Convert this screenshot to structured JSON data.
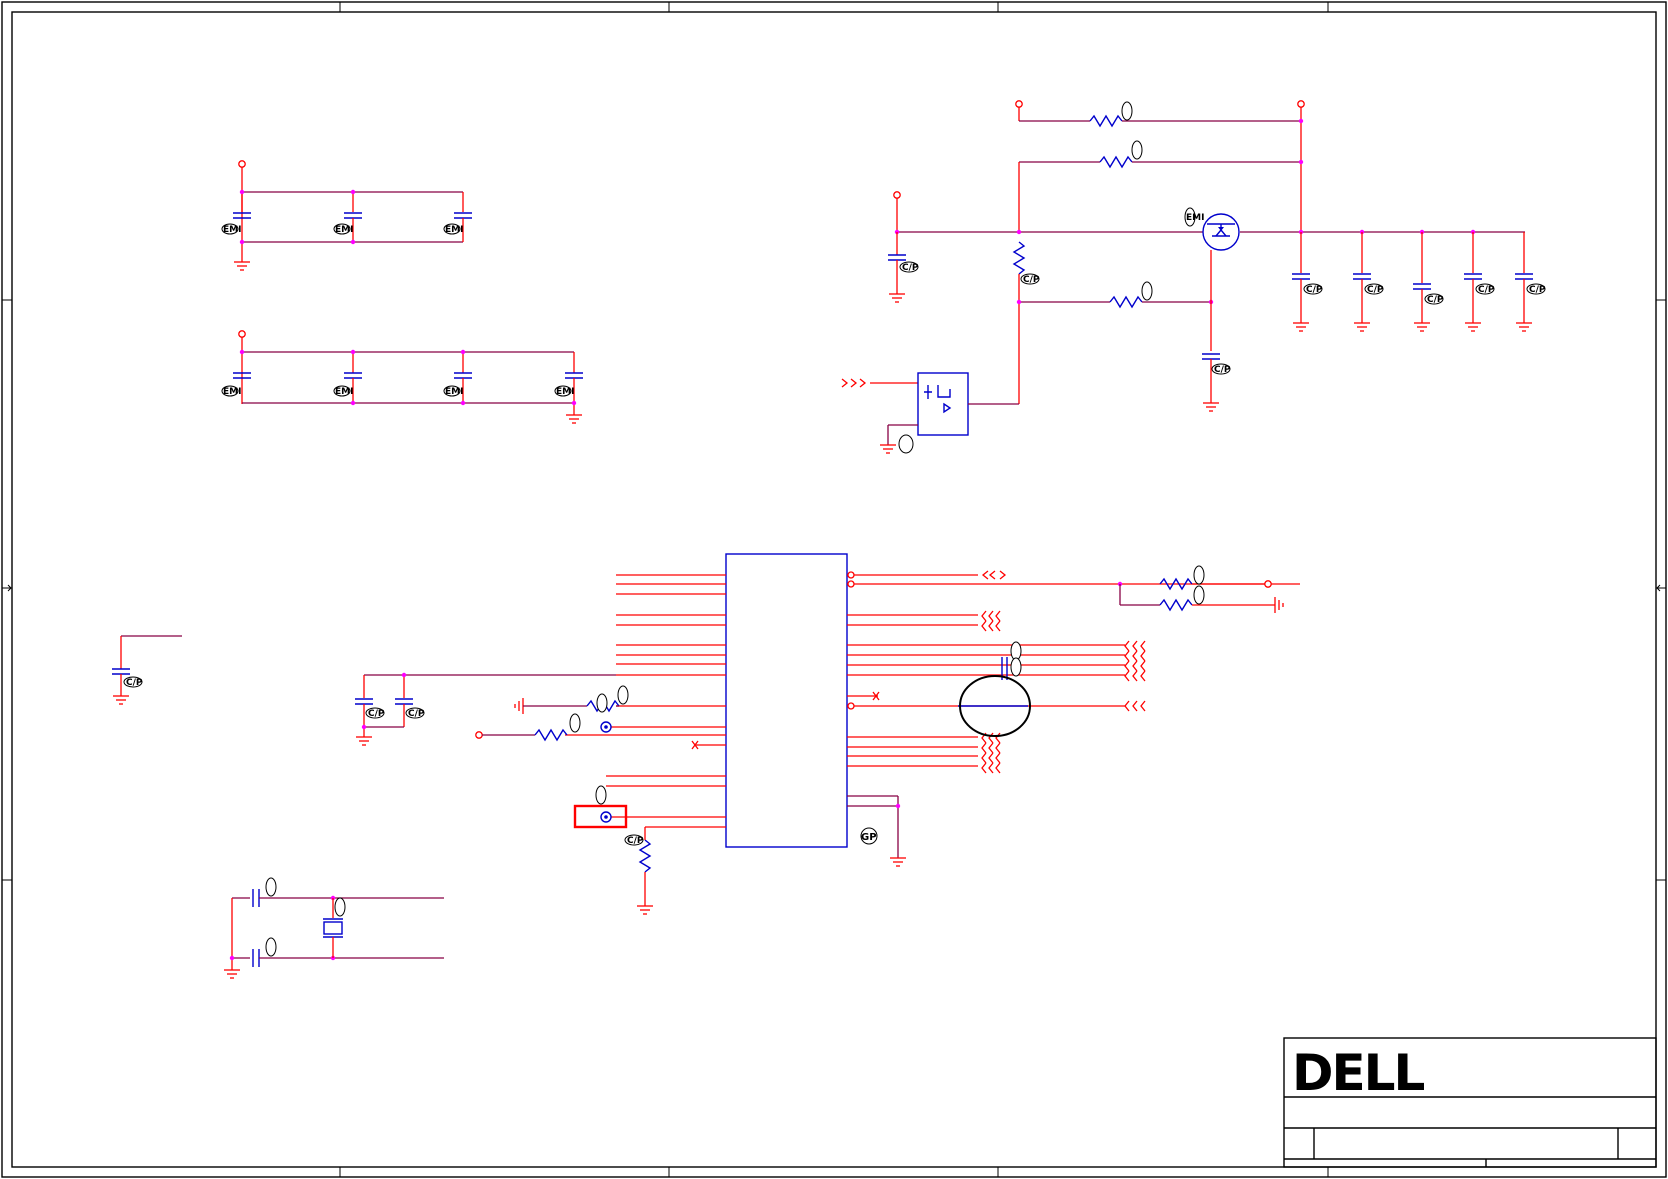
{
  "title_block": {
    "logo_text": "DELL"
  },
  "badges": {
    "emi": "EMI",
    "cp": "C/P",
    "gp": "GP"
  },
  "colors": {
    "wire": "#ff0000",
    "net": "#880044",
    "component": "#0000cc",
    "junction": "#ff00ff",
    "highlight": "#ff0000",
    "annotation_circle": "#000000"
  },
  "icons": [
    "resistor-icon",
    "capacitor-icon",
    "ground-icon",
    "mosfet-icon",
    "crystal-icon",
    "test-point-icon",
    "off-page-connector-icon"
  ]
}
